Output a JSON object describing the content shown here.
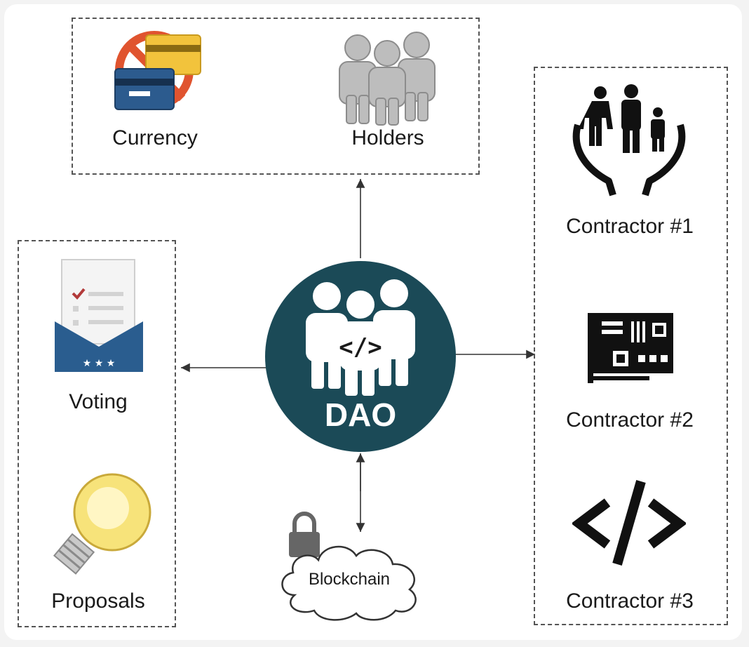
{
  "nodes": {
    "currency": "Currency",
    "holders": "Holders",
    "voting": "Voting",
    "proposals": "Proposals",
    "dao": "DAO",
    "blockchain": "Blockchain",
    "contractor1": "Contractor #1",
    "contractor2": "Contractor #2",
    "contractor3": "Contractor #3"
  },
  "icons": {
    "currency": "currency-cards-icon",
    "holders": "people-group-icon",
    "voting": "ballot-envelope-icon",
    "proposals": "light-bulb-icon",
    "dao": "people-code-icon",
    "blockchain": "padlock-cloud-icon",
    "contractor1": "family-hands-icon",
    "contractor2": "circuit-board-icon",
    "contractor3": "code-brackets-icon"
  },
  "colors": {
    "dao_fill": "#1b4a57",
    "ballot_blue": "#2a5d8f",
    "bulb_yellow": "#f7e37a",
    "holders_gray": "#bdbdbd",
    "border": "#555555"
  }
}
